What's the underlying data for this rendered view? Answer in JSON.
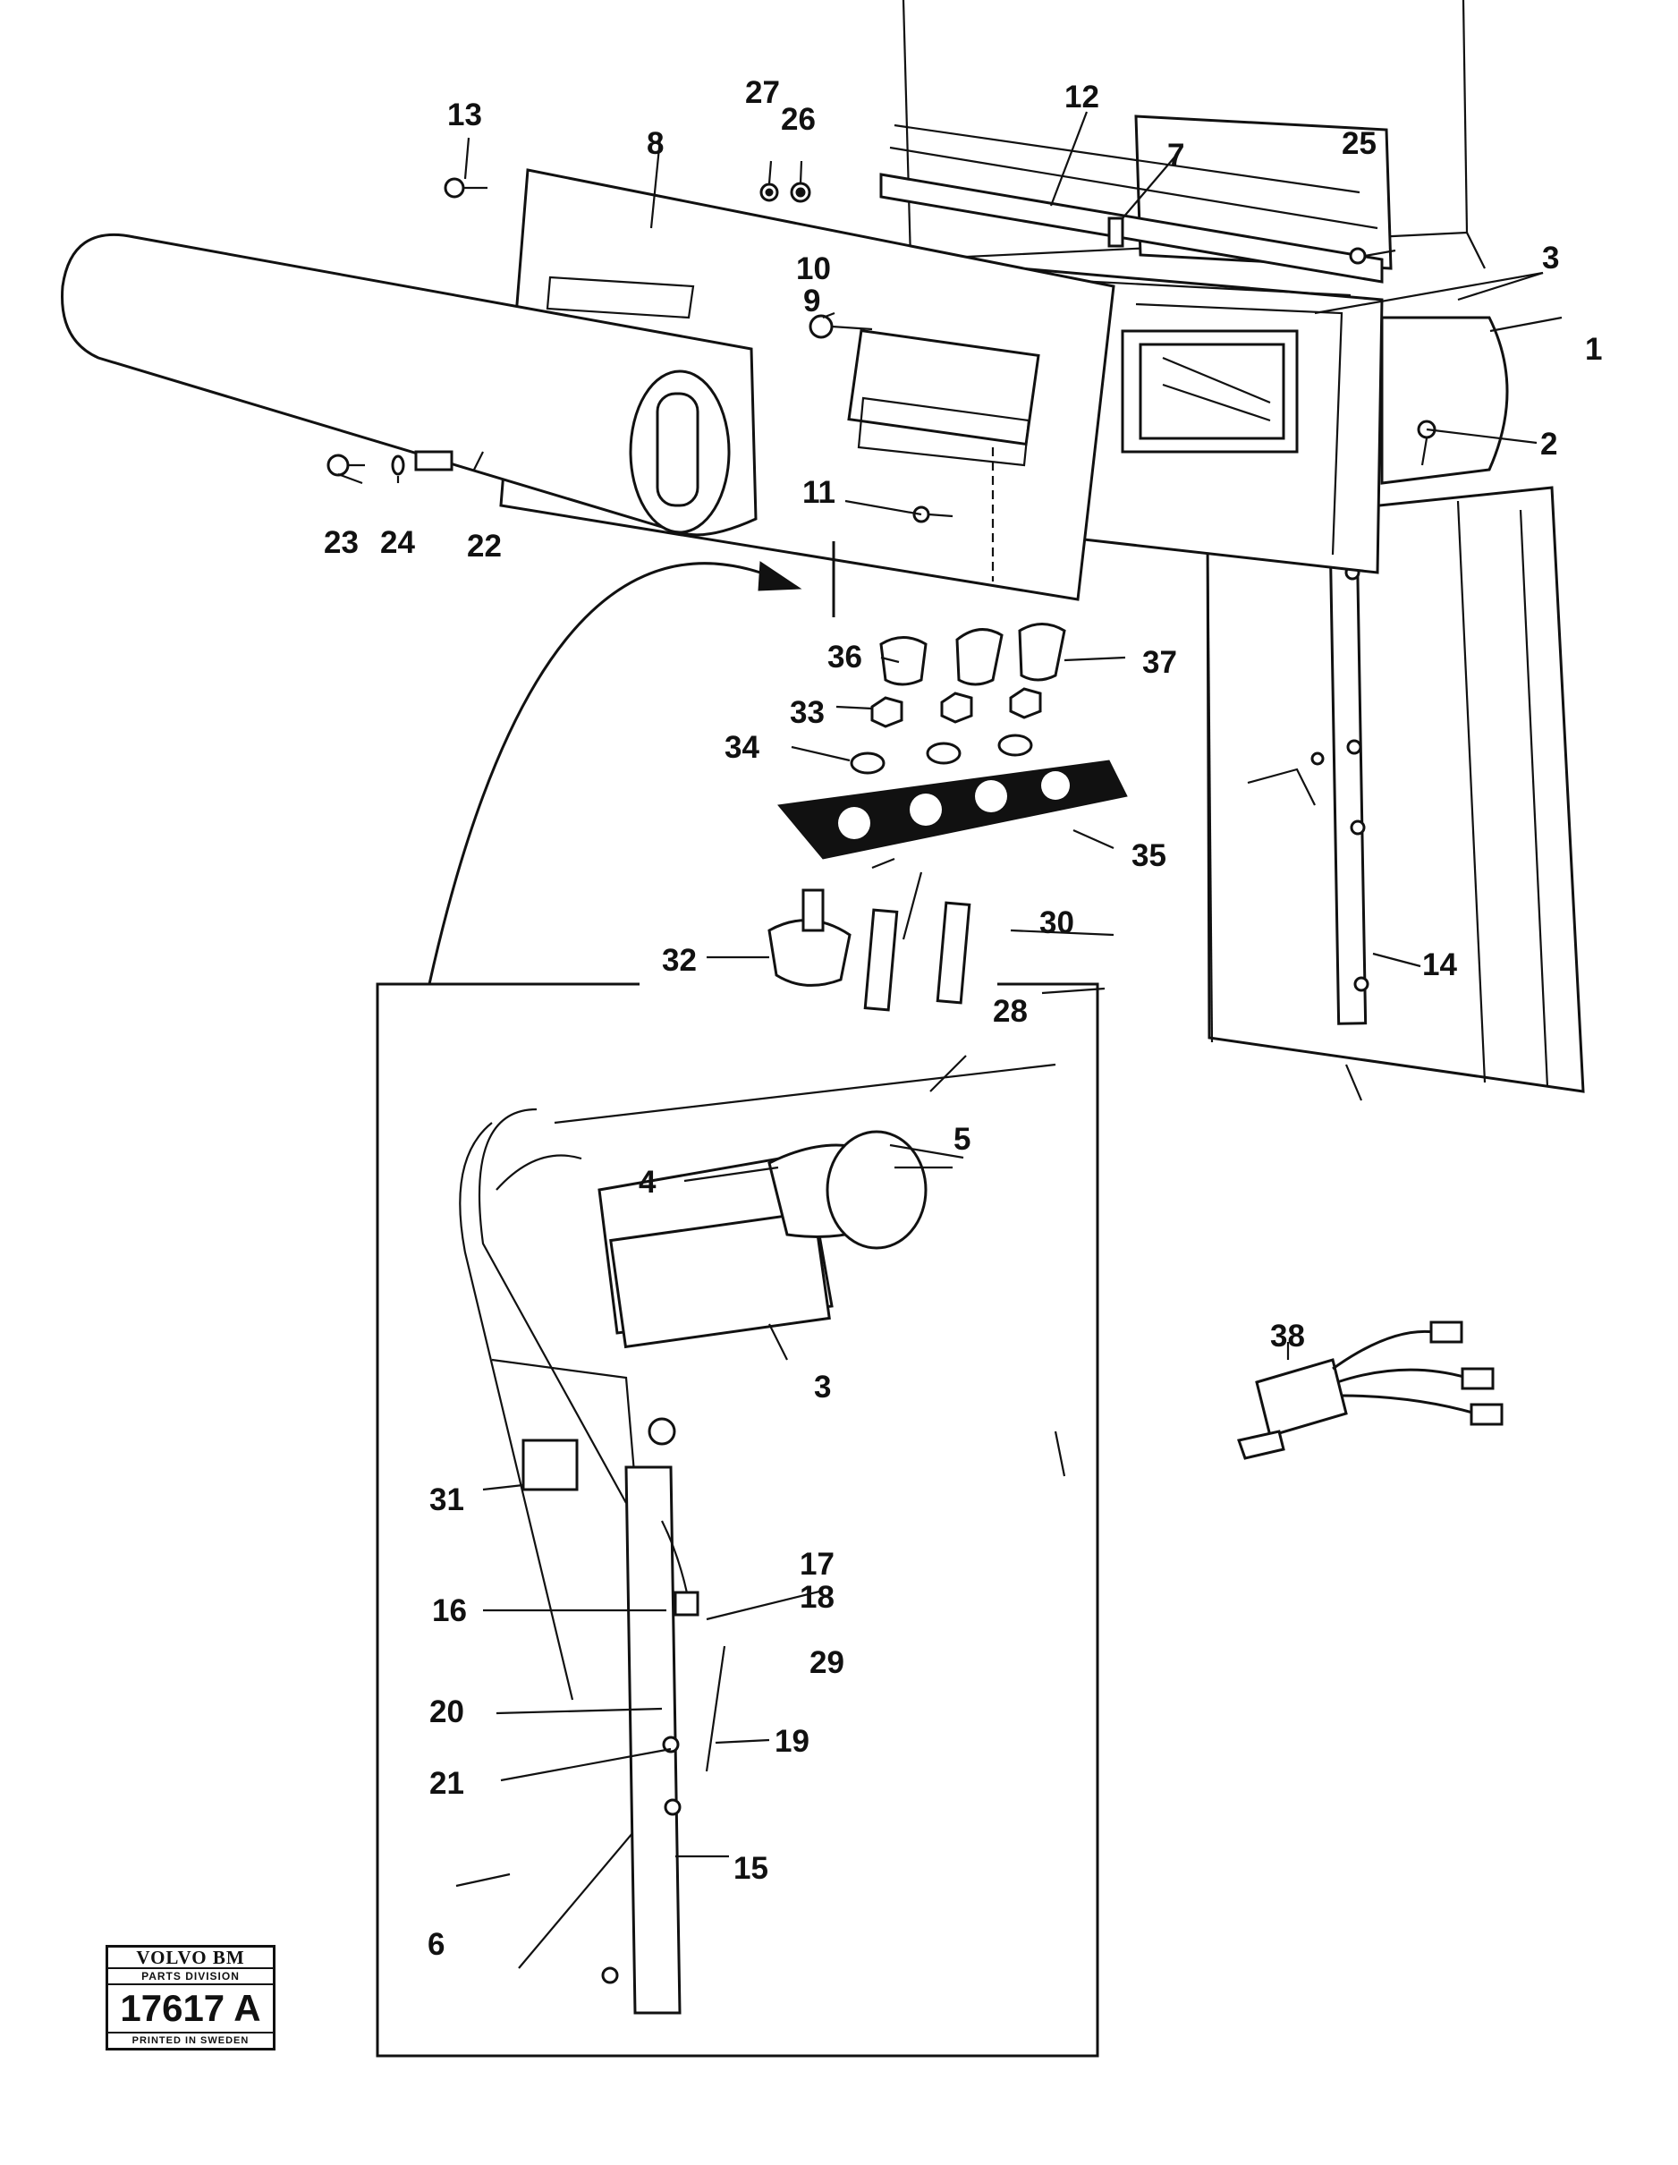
{
  "diagram": {
    "callouts": [
      "1",
      "2",
      "3",
      "4",
      "5",
      "6",
      "7",
      "8",
      "9",
      "10",
      "11",
      "12",
      "13",
      "14",
      "15",
      "16",
      "17",
      "18",
      "19",
      "20",
      "21",
      "22",
      "23",
      "24",
      "25",
      "26",
      "27",
      "28",
      "29",
      "30",
      "31",
      "32",
      "33",
      "34",
      "35",
      "36",
      "37",
      "38"
    ],
    "callout_3_second": "3"
  },
  "stamp": {
    "brand": "VOLVO BM",
    "division": "PARTS DIVISION",
    "drawing_number": "17617 A",
    "printed": "PRINTED IN SWEDEN"
  }
}
